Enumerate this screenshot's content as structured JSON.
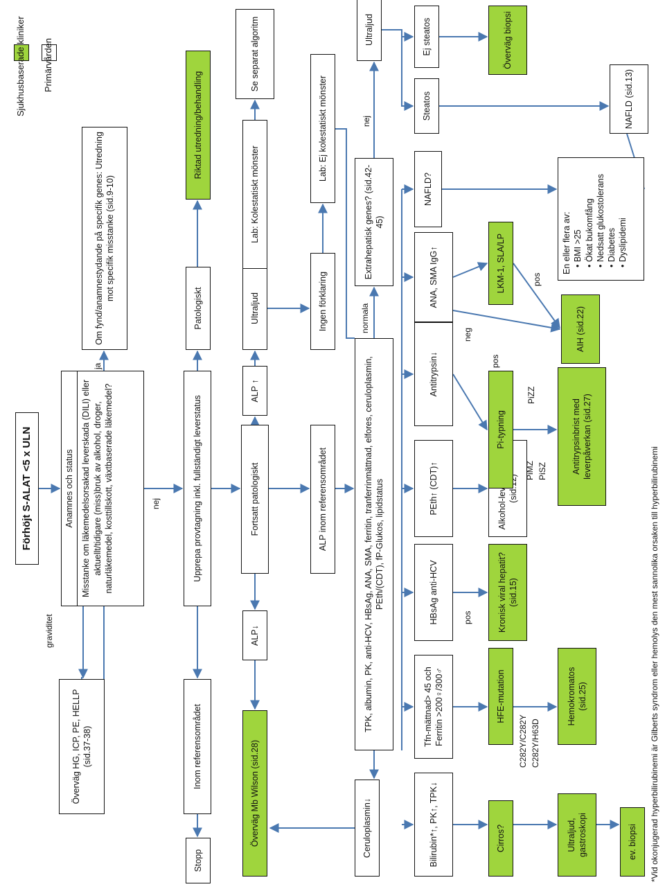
{
  "legend": {
    "hospital_label": "Sjukhusbaserade kliniker",
    "primary_label": "Primärvården",
    "hospital_color": "#9fd53d",
    "primary_color": "#ffffff"
  },
  "title": "Förhöjt S-ALAT <5 x ULN",
  "boxes": {
    "anamnes_title": "Anamnes och status",
    "anamnes_body": "Misstanke om läkemedelsorsakad leverskada (DILI) eller aktuellt/tidigare (miss)bruk av alkohol, droger, naturläkemedel, kosttillskott, växtbaserade läkemedel?",
    "graviditet": "Överväg HG, ICP, PE, HELLP (sid.37-38)",
    "specifik": "Om fynd/anamnestydande på specifik genes: Utredning mot specifik misstanke (sid.9-10)",
    "riktad": "Riktad utredning/behandling",
    "se_separat": "Se separat algoritm",
    "upprepa": "Upprepa provtagning inkl. fullständigt leverstatus",
    "inom_ref_1": "Inom referensområdet",
    "stopp": "Stopp",
    "patologiskt": "Patologiskt",
    "fortsatt": "Fortsatt patologiskt",
    "alp_up": "ALP ↑",
    "alp_down": "ALP↓",
    "wilson": "Överväg Mb Wilson (sid.28)",
    "ultraljud_1": "Ultraljud",
    "lab_kol": "Lab: Kolestatiskt mönster",
    "ingen_forkl": "Ingen förklaring",
    "lab_ej_kol": "Lab: Ej kolestatiskt mönster",
    "alp_inom": "ALP inom referensområdet",
    "tpk_panel": "TPK, albumin, PK, anti-HCV, HBsAg, ANA, SMA, ferritin, tranferrinmättnad, elfores, ceruloplasmin, PEth/(CDT), fP-Glukos, lipidstatus",
    "ceruloplasmin": "Ceruloplasmin↓",
    "extrahepatisk": "Extrahepatisk genes? (sid.42-45)",
    "ultraljud_2": "Ultraljud",
    "ej_steatos": "Ej steatos",
    "overvag_biopsi": "Överväg biopsi",
    "steatos": "Steatos",
    "nafld_ref": "NAFLD (sid.13)",
    "nafld_q": "NAFLD?",
    "risk_intro": "En eller flera av:",
    "risk_list": [
      "BMI >25",
      "Ökat bukomfång",
      "Nedsatt glukostolerans",
      "Diabetes",
      "Dyslipidemi"
    ],
    "ana_sma": "ANA, SMA IgG↑",
    "lkm": "LKM-1, SLA/LP",
    "aih": "AIH (sid.22)",
    "antitrypsin": "Antitrypsin↓",
    "pi_typning": "Pi-typning",
    "antitrypsinbrist": "Antitrypsinbrist med leverpåverkan (sid.27)",
    "peth": "PEth↑ (CDT)↑",
    "alkohol": "Alkohol-leversjukdom (sid.12)",
    "hbsag": "HBsAg anti-HCV",
    "kronisk": "Kronisk viral hepatit? (sid.15)",
    "tfn": "Tfn-mättnad> 45 och Ferritin >200♀/300♂",
    "hfe": "HFE-mutation",
    "hemokromatos": "Hemokromatos (sid.25)",
    "bilirubin": "Bilirubin*↑, PK↑, TPK↓",
    "cirros": "Cirros?",
    "ultraljud_gastro": "Ultraljud, gastroskopi",
    "ev_biopsi": "ev. biopsi"
  },
  "labels": {
    "graviditet": "graviditet",
    "ja": "ja",
    "nej": "nej",
    "nej2": "nej",
    "normala": "normala",
    "neg": "neg",
    "pos_lkm": "pos",
    "pos_pi": "pos",
    "pos_hbsag": "pos",
    "pizz": "PiZZ",
    "pimz": "PiMZ",
    "pisz": "PiSZ",
    "c282y_1": "C282Y/C282Y",
    "c282y_2": "C282Y/H63D"
  },
  "footnote": "*Vid okonjugerad hyperbilirubinemi är Gilberts syndrom eller hemolys den mest sannolika orsaken till hyperbilirubinemi"
}
